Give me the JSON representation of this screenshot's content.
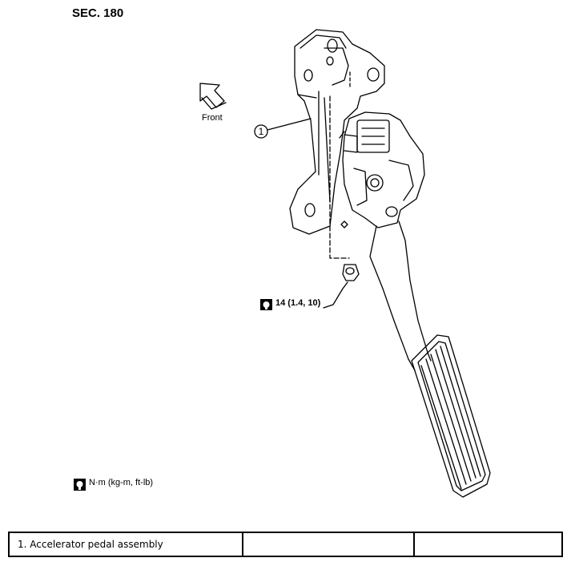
{
  "section_title": "SEC. 180",
  "direction_label": "Front",
  "callouts": [
    "1"
  ],
  "torque_spec": "14 (1.4, 10)",
  "legend": {
    "icon": "torque-wrench-icon",
    "text": "N·m (kg-m, ft-lb)"
  },
  "parts_table": {
    "rows": [
      [
        "1.   Accelerator pedal assembly",
        "",
        ""
      ]
    ]
  }
}
